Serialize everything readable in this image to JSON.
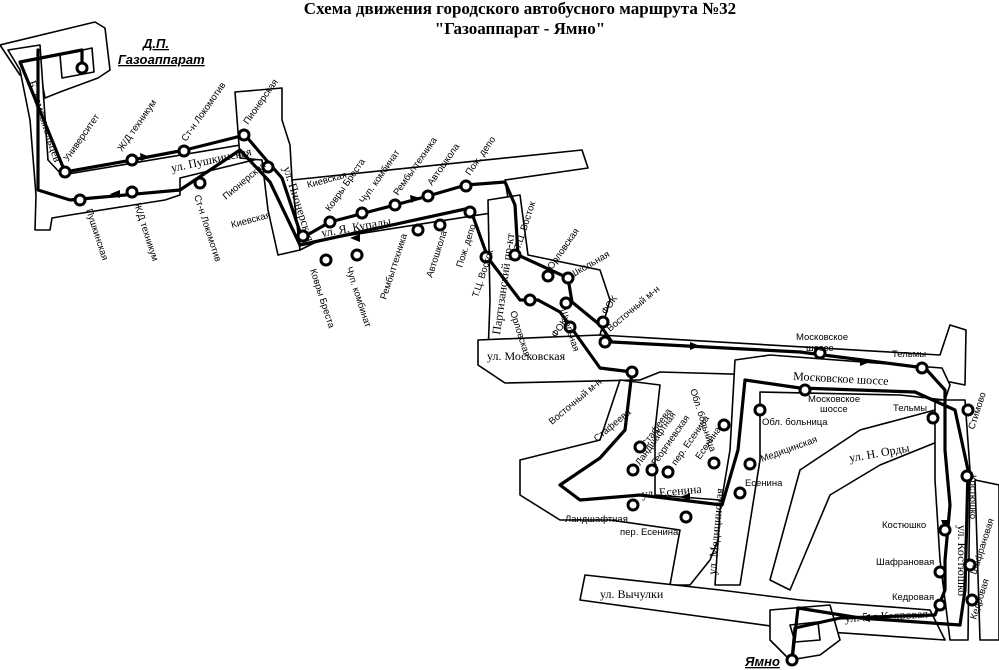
{
  "title": {
    "line1": "Схема движения городского автобусного маршрута №32",
    "line2": "\"Газоаппарат - Ямно\""
  },
  "terminals": {
    "start_line1": "Д.П.",
    "start_line2": "Газоаппарат",
    "end": "Ямно"
  },
  "streets": {
    "pushkinskaya": "ул. Пушкинская",
    "pionerskaya": "ул. Пионерская",
    "ya_kupaly": "ул. Я. Купалы",
    "partizansky": "Партизанский пр-кт",
    "moskovskaya": "ул. Московская",
    "moskovskoe_shosse": "Московское шоссе",
    "n_ordy": "ул. Н. Орды",
    "esenina": "ул. Есенина",
    "meditsinskaya": "ул. Медицинская",
    "vychulki": "ул. Вычулки",
    "kostyushko": "ул. Костюшко",
    "kedrovaya5": "ул. 5-я Кедровая",
    "b_komsomoltsev": "Б. комсомольцев"
  },
  "stops": {
    "universitet": "Университет",
    "zhd_tekhnikum": "Ж/Д техникум",
    "st_n_lokomotiv": "Ст-н Локомотив",
    "pionerskaya": "Пионерская",
    "pushkinskaya": "Пушкинская",
    "kievskaya": "Киевская",
    "kovry_libre": "Ковры Бреста",
    "chup_kombinat": "Чуп. комбинат",
    "rembyttekhnika": "Рембыттехника",
    "avtoshkola": "Автошкола",
    "pozh_depo": "Пож. депо",
    "tts_vostok": "Т.Ц. Восток",
    "orlovskaya": "Орловская",
    "shkolnaya": "Школьная",
    "fok": "ФОК",
    "vostochny_mn": "Восточный м-н",
    "moskovskoe_shosse": "Московское шоссе",
    "telmy": "Тельмы",
    "stafeeva": "Стафеева",
    "landshaftnaya": "Ландшафтная",
    "georgievskaya": "Георгиевская",
    "per_esenina": "пер. Есенина",
    "esenina": "Есенина",
    "obl_bolnitsa": "Обл. больница",
    "meditsinskaya": "Медицинская",
    "stimovo": "Стимово",
    "kostyushko": "Костюшко",
    "shafranovaya": "Шафрановая",
    "kedrovaya": "Кедровая"
  },
  "colors": {
    "ink": "#000000",
    "paper": "#ffffff"
  }
}
